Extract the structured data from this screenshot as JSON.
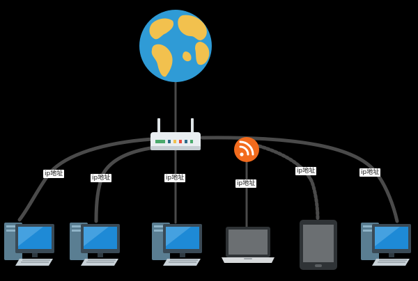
{
  "colors": {
    "background": "#000000",
    "cable": "#4a4a4a",
    "ocean": "#2f9bd6",
    "land": "#f2c14e",
    "rss": "#f26b1d",
    "router": "#e9eef1",
    "label_bg": "#ffffff"
  },
  "nodes": {
    "internet": {
      "icon": "globe-icon"
    },
    "router": {
      "icon": "router-icon"
    },
    "wifi": {
      "icon": "rss-wifi-icon"
    }
  },
  "devices": [
    {
      "type": "desktop-computer",
      "link": "wired",
      "label": "ip地址"
    },
    {
      "type": "desktop-computer",
      "link": "wired",
      "label": "ip地址"
    },
    {
      "type": "desktop-computer",
      "link": "wired",
      "label": "ip地址"
    },
    {
      "type": "laptop",
      "link": "wireless",
      "label": "ip地址"
    },
    {
      "type": "tablet",
      "link": "wireless",
      "label": "ip地址"
    },
    {
      "type": "desktop-computer",
      "link": "wireless",
      "label": "ip地址"
    }
  ]
}
